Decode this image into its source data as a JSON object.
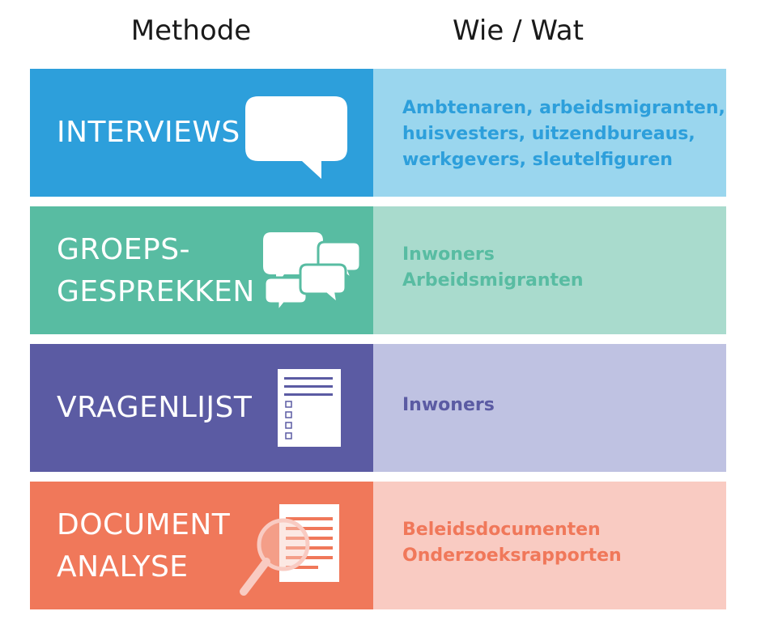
{
  "header": {
    "left": "Methode",
    "right": "Wie / Wat"
  },
  "rows": [
    {
      "method": [
        "INTERVIEWS"
      ],
      "icon": "speech-bubble-icon",
      "who": [
        "Ambtenaren, arbeidsmigranten,",
        "huisvesters, uitzendbureaus,",
        "werkgevers, sleutelfiguren"
      ],
      "dark": "#2d9fdb",
      "light": "#9ad6ee"
    },
    {
      "method": [
        "GROEPS-",
        "GESPREKKEN"
      ],
      "icon": "chat-bubbles-icon",
      "who": [
        "Inwoners",
        "Arbeidsmigranten"
      ],
      "dark": "#58bca2",
      "light": "#a9dbcd"
    },
    {
      "method": [
        "VRAGENLIJST"
      ],
      "icon": "questionnaire-icon",
      "who": [
        "Inwoners"
      ],
      "dark": "#5b5ba3",
      "light": "#bfc2e2"
    },
    {
      "method": [
        "DOCUMENT",
        "ANALYSE"
      ],
      "icon": "document-magnifier-icon",
      "who": [
        "Beleidsdocumenten",
        "Onderzoeksrapporten"
      ],
      "dark": "#f0785a",
      "light": "#f9cbc2"
    }
  ]
}
